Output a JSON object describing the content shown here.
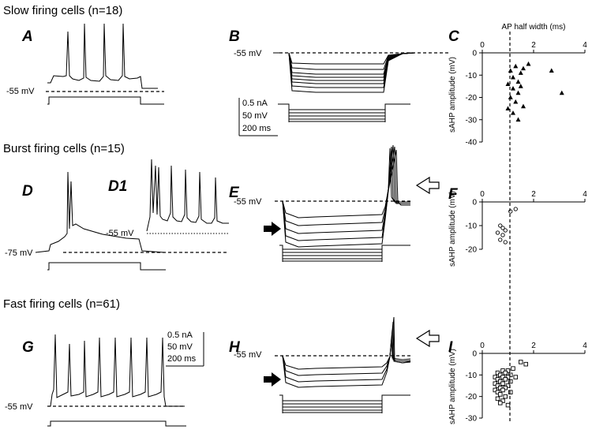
{
  "sections": {
    "slow": "Slow firing cells (n=18)",
    "burst": "Burst firing cells (n=15)",
    "fast": "Fast firing cells (n=61)"
  },
  "panels": [
    "A",
    "B",
    "C",
    "D",
    "D1",
    "E",
    "F",
    "G",
    "H",
    "I"
  ],
  "labels": {
    "v55": "-55 mV",
    "v75": "-75 mV",
    "scale_na": "0.5 nA",
    "scale_mv": "50 mV",
    "scale_ms": "200 ms"
  },
  "chart_data": [
    {
      "panel": "C",
      "type": "scatter",
      "xlabel": "AP half width (ms)",
      "ylabel": "sAHP amplitude (mV)",
      "xlim": [
        0,
        4
      ],
      "ylim": [
        -40,
        0
      ],
      "xticks": [
        0,
        2,
        4
      ],
      "yticks": [
        0,
        -10,
        -20,
        -30,
        -40
      ],
      "marker": "filled-triangle",
      "reference_line_x": 1,
      "points": [
        [
          1.1,
          -8
        ],
        [
          1.3,
          -6
        ],
        [
          1.5,
          -9
        ],
        [
          1.2,
          -11
        ],
        [
          1.4,
          -13
        ],
        [
          1.6,
          -7
        ],
        [
          1.8,
          -5
        ],
        [
          1.0,
          -14
        ],
        [
          1.2,
          -16
        ],
        [
          1.4,
          -18
        ],
        [
          1.5,
          -15
        ],
        [
          1.1,
          -20
        ],
        [
          1.3,
          -22
        ],
        [
          1.6,
          -24
        ],
        [
          1.0,
          -25
        ],
        [
          1.2,
          -27
        ],
        [
          1.4,
          -30
        ],
        [
          2.7,
          -8
        ],
        [
          3.1,
          -18
        ]
      ]
    },
    {
      "panel": "F",
      "type": "scatter",
      "xlabel": "",
      "ylabel": "sAHP amplitude (mV)",
      "xlim": [
        0,
        4
      ],
      "ylim": [
        -20,
        0
      ],
      "xticks": [
        0,
        2,
        4
      ],
      "yticks": [
        0,
        -10,
        -20
      ],
      "marker": "open-circle",
      "reference_line_x": 1,
      "points": [
        [
          1.1,
          -4
        ],
        [
          1.3,
          -3
        ],
        [
          0.7,
          -10
        ],
        [
          0.8,
          -11
        ],
        [
          0.9,
          -12
        ],
        [
          0.6,
          -13
        ],
        [
          0.8,
          -14
        ],
        [
          0.7,
          -16
        ],
        [
          0.9,
          -17
        ]
      ]
    },
    {
      "panel": "I",
      "type": "scatter",
      "xlabel": "",
      "ylabel": "sAHP amplitude (mV)",
      "xlim": [
        0,
        4
      ],
      "ylim": [
        -30,
        0
      ],
      "xticks": [
        0,
        2,
        4
      ],
      "yticks": [
        0,
        -10,
        -20,
        -30
      ],
      "marker": "open-square",
      "reference_line_x": 1,
      "points": [
        [
          1.5,
          -4
        ],
        [
          1.7,
          -5
        ],
        [
          1.2,
          -7
        ],
        [
          1.0,
          -8
        ],
        [
          0.8,
          -8
        ],
        [
          0.6,
          -9
        ],
        [
          0.9,
          -9
        ],
        [
          0.7,
          -10
        ],
        [
          1.1,
          -10
        ],
        [
          0.5,
          -11
        ],
        [
          0.8,
          -11
        ],
        [
          1.0,
          -11
        ],
        [
          1.3,
          -11
        ],
        [
          0.6,
          -12
        ],
        [
          0.9,
          -12
        ],
        [
          0.7,
          -13
        ],
        [
          1.1,
          -13
        ],
        [
          0.5,
          -14
        ],
        [
          0.8,
          -14
        ],
        [
          0.6,
          -15
        ],
        [
          1.0,
          -15
        ],
        [
          0.7,
          -16
        ],
        [
          0.9,
          -16
        ],
        [
          0.5,
          -17
        ],
        [
          0.8,
          -17
        ],
        [
          0.6,
          -18
        ],
        [
          1.1,
          -18
        ],
        [
          0.7,
          -19
        ],
        [
          0.9,
          -20
        ],
        [
          0.6,
          -21
        ],
        [
          0.8,
          -22
        ],
        [
          0.7,
          -23
        ],
        [
          1.0,
          -24
        ]
      ]
    }
  ]
}
